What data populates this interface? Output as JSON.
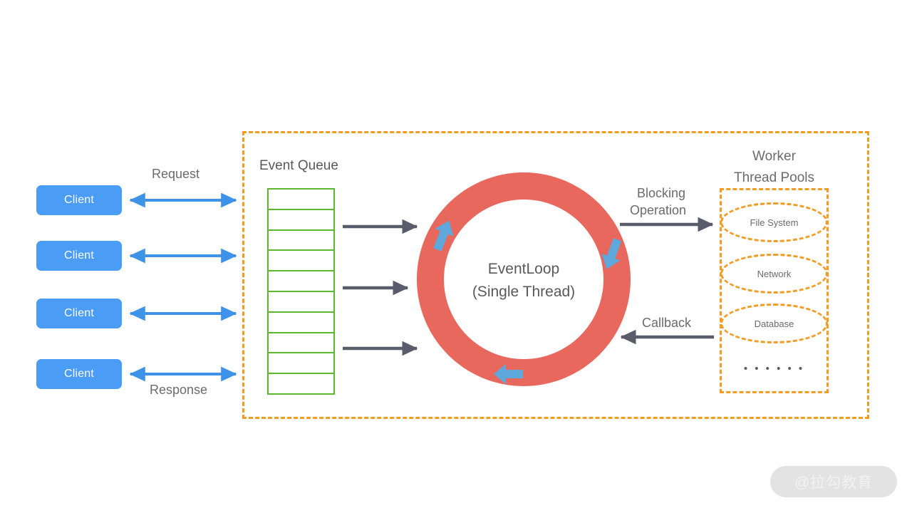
{
  "diagram": {
    "title_note": "Node.js EventLoop architecture diagram",
    "colors": {
      "client_blue": "#4A9CF4",
      "arrow_blue": "#5FA8DC",
      "ring_red": "#E8685D",
      "queue_green": "#5CB82E",
      "dashed_orange": "#F39C25",
      "arrow_gray": "#585C6B",
      "text_gray": "#6B6B6B"
    },
    "clients": [
      {
        "label": "Client"
      },
      {
        "label": "Client"
      },
      {
        "label": "Client"
      },
      {
        "label": "Client"
      }
    ],
    "client_link_labels": {
      "top": "Request",
      "bottom": "Response"
    },
    "event_queue": {
      "title": "Event Queue",
      "cell_count": 10,
      "feed_arrow_count": 3
    },
    "event_loop": {
      "line1": "EventLoop",
      "line2": "(Single Thread)",
      "rotation_arrow_count": 3
    },
    "worker_pools": {
      "title_line1": "Worker",
      "title_line2": "Thread Pools",
      "items": [
        {
          "label": "File System"
        },
        {
          "label": "Network"
        },
        {
          "label": "Database"
        }
      ],
      "more_indicator": "• • • • • •"
    },
    "flow_labels": {
      "blocking_line1": "Blocking",
      "blocking_line2": "Operation",
      "callback": "Callback"
    },
    "watermark": {
      "text": "@拉勾教育"
    }
  }
}
